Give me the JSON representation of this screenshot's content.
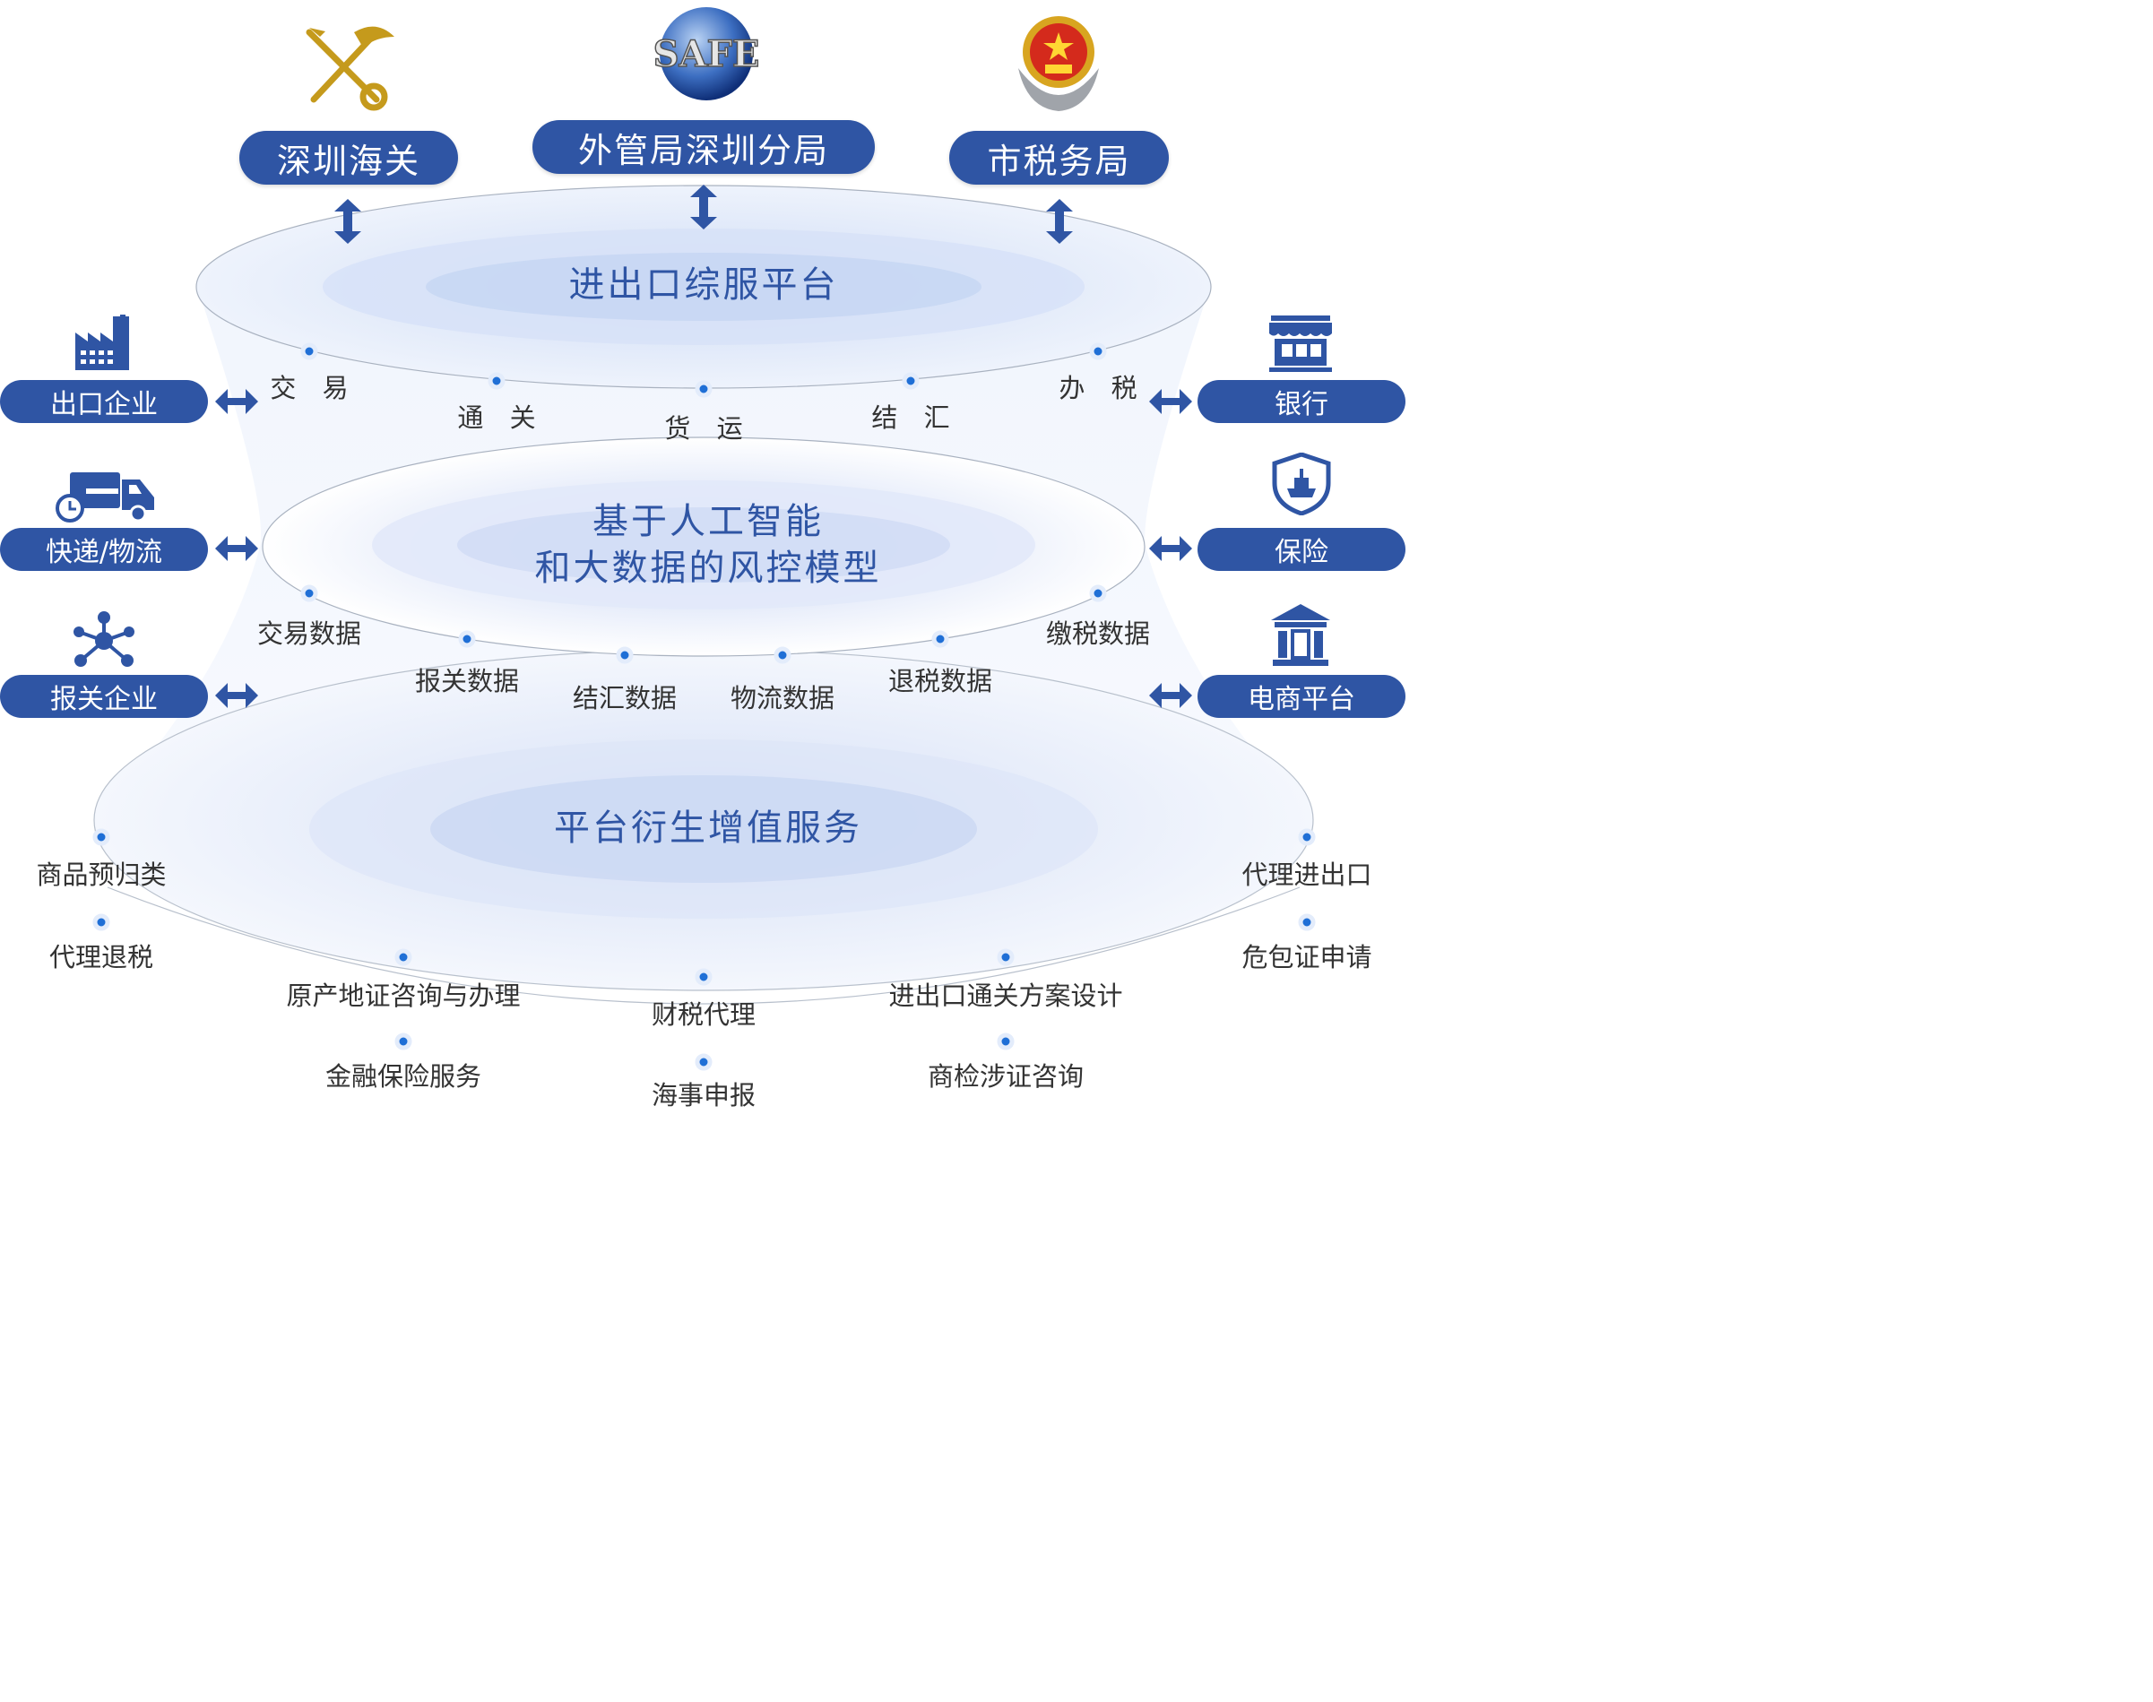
{
  "colors": {
    "brand": "#2f55a4",
    "dot": "#1f6fd6",
    "text": "#333333"
  },
  "authorities": [
    {
      "name": "深圳海关",
      "icon": "customs-emblem-icon"
    },
    {
      "name": "外管局深圳分局",
      "icon": "safe-globe-icon",
      "logo_text": "SAFE"
    },
    {
      "name": "市税务局",
      "icon": "tax-bureau-emblem-icon"
    }
  ],
  "layers": {
    "top": {
      "title": "进出口综服平台",
      "items": [
        "交 易",
        "通 关",
        "货 运",
        "结 汇",
        "办 税"
      ]
    },
    "middle": {
      "title_line1": "基于人工智能",
      "title_line2": "和大数据的风控模型",
      "items": [
        "交易数据",
        "报关数据",
        "结汇数据",
        "物流数据",
        "退税数据",
        "缴税数据"
      ]
    },
    "bottom": {
      "title": "平台衍生增值服务",
      "items": [
        "商品预归类",
        "代理退税",
        "原产地证咨询与办理",
        "财税代理",
        "进出口通关方案设计",
        "代理进出口",
        "危包证申请",
        "金融保险服务",
        "海事申报",
        "商检涉证咨询"
      ]
    }
  },
  "left_parties": [
    {
      "name": "出口企业",
      "icon": "factory-icon"
    },
    {
      "name": "快递/物流",
      "icon": "truck-icon"
    },
    {
      "name": "报关企业",
      "icon": "network-icon"
    }
  ],
  "right_parties": [
    {
      "name": "银行",
      "icon": "bank-store-icon"
    },
    {
      "name": "保险",
      "icon": "insurance-shield-icon"
    },
    {
      "name": "电商平台",
      "icon": "platform-building-icon"
    }
  ]
}
